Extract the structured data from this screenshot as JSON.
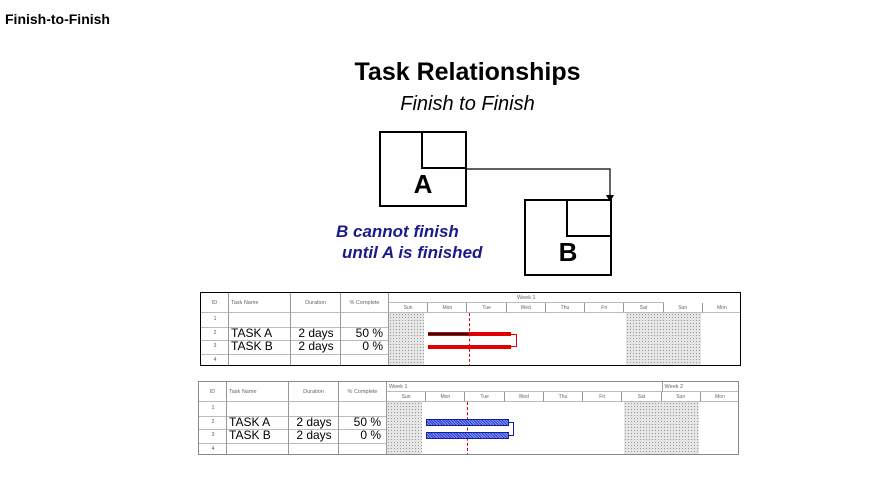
{
  "page": {
    "heading": "Finish-to-Finish"
  },
  "diagram": {
    "title": "Task Relationships",
    "subtitle": "Finish to Finish",
    "box_a_label": "A",
    "box_b_label": "B",
    "note_line1": "B cannot finish",
    "note_line2": "until A is finished"
  },
  "gantt1": {
    "headers": {
      "id": "ID",
      "task_name": "Task Name",
      "duration": "Duration",
      "complete": "% Complete",
      "week1": "Week 1"
    },
    "days": [
      "Sun",
      "Mon",
      "Tue",
      "Wed",
      "Thu",
      "Fri",
      "Sat",
      "Sun",
      "Mon"
    ],
    "rows": [
      {
        "id": "1",
        "name": "",
        "duration": "",
        "complete": ""
      },
      {
        "id": "2",
        "name": "TASK A",
        "duration": "2 days",
        "complete": "50 %"
      },
      {
        "id": "3",
        "name": "TASK B",
        "duration": "2 days",
        "complete": "0 %"
      },
      {
        "id": "4",
        "name": "",
        "duration": "",
        "complete": ""
      }
    ],
    "bar_color": "#e00000",
    "progress_color": "#000000",
    "task_a_progress": 0.5,
    "task_b_progress": 0
  },
  "gantt2": {
    "headers": {
      "id": "ID",
      "task_name": "Task Name",
      "duration": "Duration",
      "complete": "% Complete",
      "week1": "Week 1",
      "week2": "Week 2"
    },
    "days": [
      "Sun",
      "Mon",
      "Tue",
      "Wed",
      "Thu",
      "Fri",
      "Sat",
      "Sun",
      "Mon"
    ],
    "rows": [
      {
        "id": "1",
        "name": "",
        "duration": "",
        "complete": ""
      },
      {
        "id": "2",
        "name": "TASK A",
        "duration": "2 days",
        "complete": "50 %"
      },
      {
        "id": "3",
        "name": "TASK B",
        "duration": "2 days",
        "complete": "0 %"
      },
      {
        "id": "4",
        "name": "",
        "duration": "",
        "complete": ""
      }
    ],
    "bar_color": "#2a3bd6"
  }
}
